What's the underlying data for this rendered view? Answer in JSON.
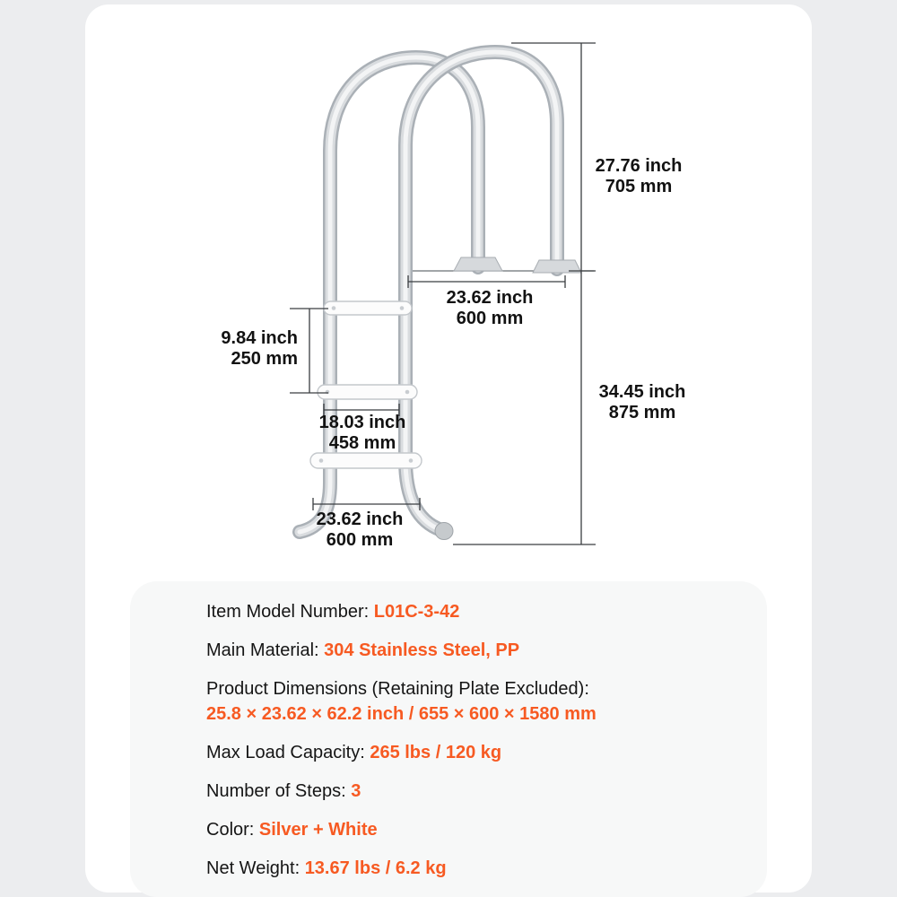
{
  "page": {
    "background": "#ecedef",
    "card_background": "#ffffff",
    "panel_background": "#f7f8f8",
    "accent_color": "#f75a22"
  },
  "diagram": {
    "dimensions": {
      "upper_height": {
        "imperial": "27.76 inch",
        "metric": "705 mm"
      },
      "top_width": {
        "imperial": "23.62 inch",
        "metric": "600 mm"
      },
      "step_spacing": {
        "imperial": "9.84 inch",
        "metric": "250 mm"
      },
      "step_width": {
        "imperial": "18.03 inch",
        "metric": "458 mm"
      },
      "lower_height": {
        "imperial": "34.45 inch",
        "metric": "875 mm"
      },
      "bottom_width": {
        "imperial": "23.62 inch",
        "metric": "600 mm"
      }
    }
  },
  "specs": {
    "rows": [
      {
        "label": "Item Model Number: ",
        "value": "L01C-3-42"
      },
      {
        "label": "Main Material: ",
        "value": "304 Stainless Steel, PP"
      },
      {
        "label": "Product Dimensions (Retaining Plate Excluded):",
        "value": "25.8 × 23.62 × 62.2 inch / 655 × 600 × 1580 mm"
      },
      {
        "label": "Max Load Capacity: ",
        "value": "265 lbs / 120 kg"
      },
      {
        "label": "Number of Steps: ",
        "value": "3"
      },
      {
        "label": "Color: ",
        "value": "Silver + White"
      },
      {
        "label": "Net Weight: ",
        "value": "13.67 lbs / 6.2 kg"
      }
    ]
  }
}
